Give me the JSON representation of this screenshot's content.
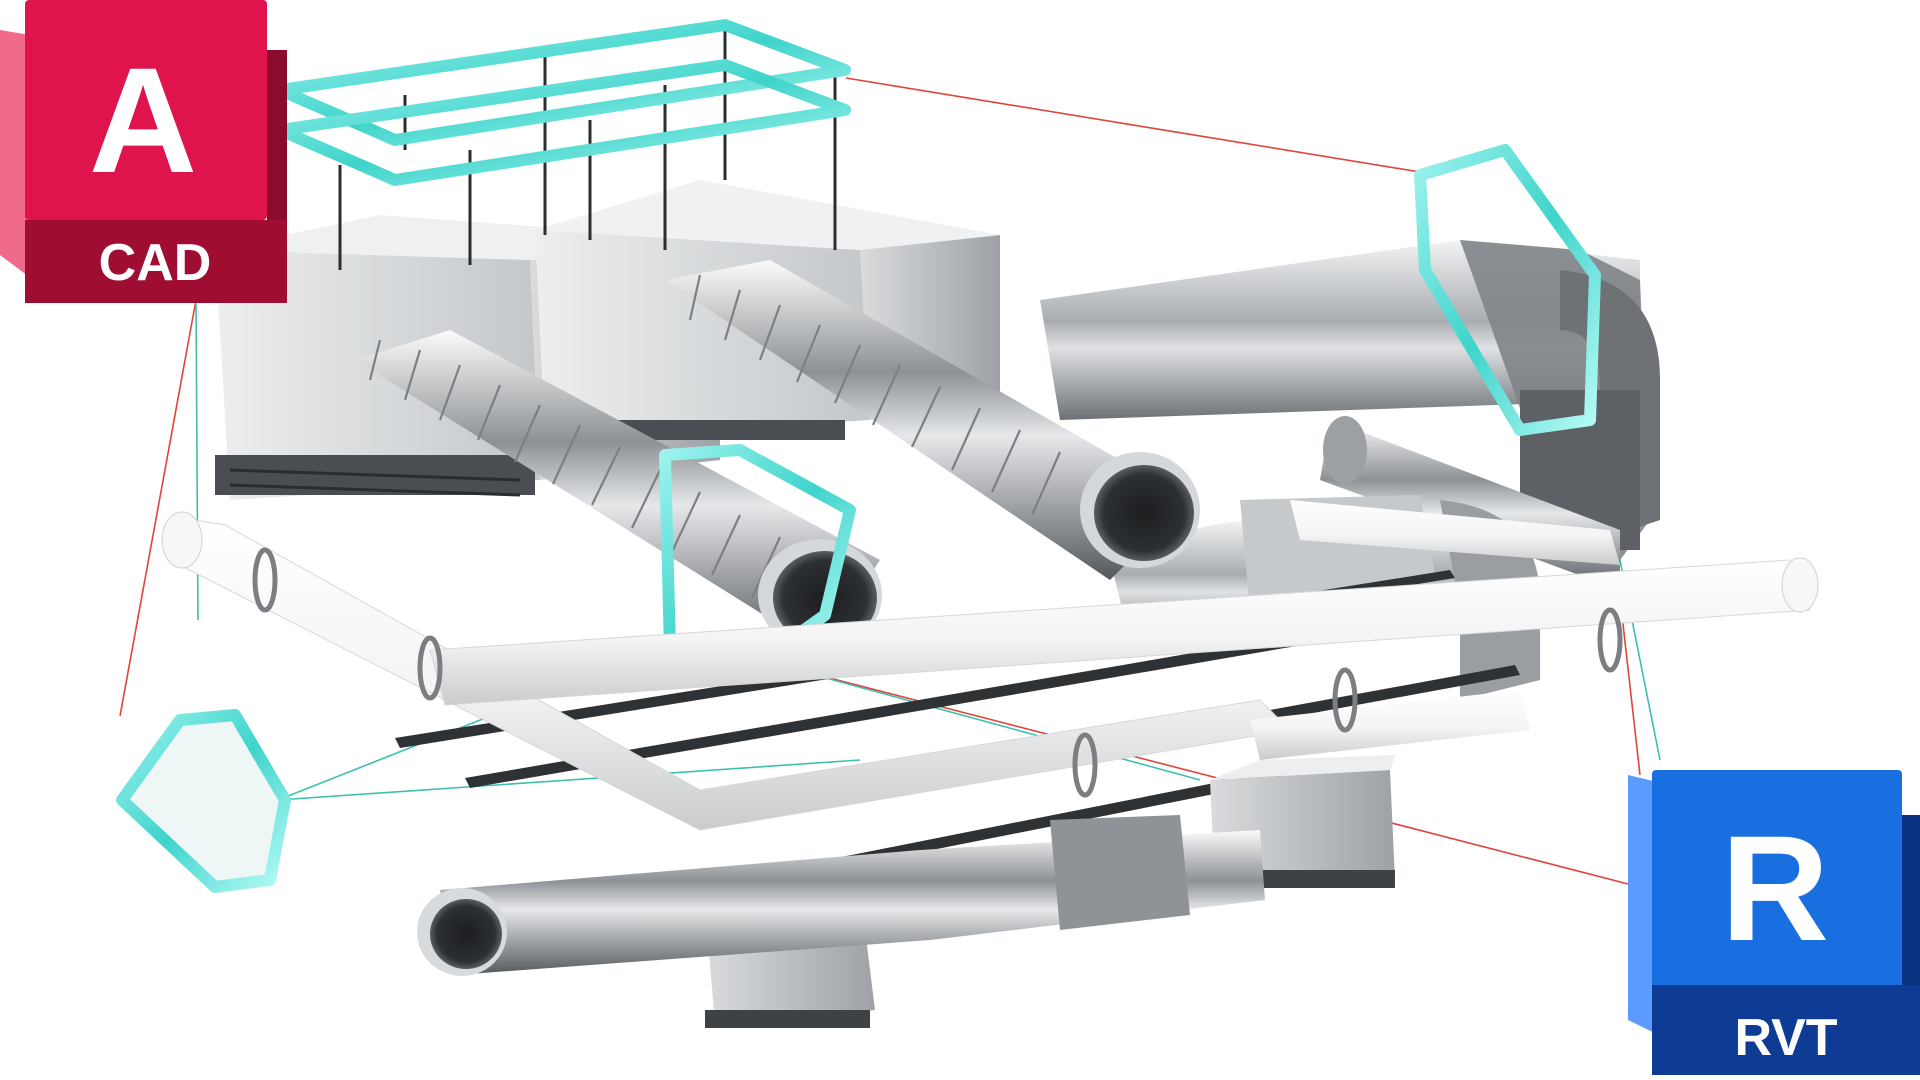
{
  "logos": {
    "autocad": {
      "letter": "A",
      "label": "CAD",
      "color_main": "#e0144c",
      "color_dark": "#a00d33",
      "color_side": "#f06a8a"
    },
    "revit": {
      "letter": "R",
      "label": "RVT",
      "color_main": "#1a6fe0",
      "color_dark": "#0e3c94",
      "color_side": "#5b9aff"
    }
  },
  "colors": {
    "highlight": "#5fe0d8",
    "connector_red": "#e0453a",
    "connector_teal": "#3fbfb0",
    "metal_light": "#e6e8ea",
    "metal_mid": "#b8bcc0",
    "metal_dark": "#6e7276",
    "pipe_white": "#f7f7f7"
  },
  "icons": [
    "autocad-logo-icon",
    "revit-logo-icon"
  ]
}
